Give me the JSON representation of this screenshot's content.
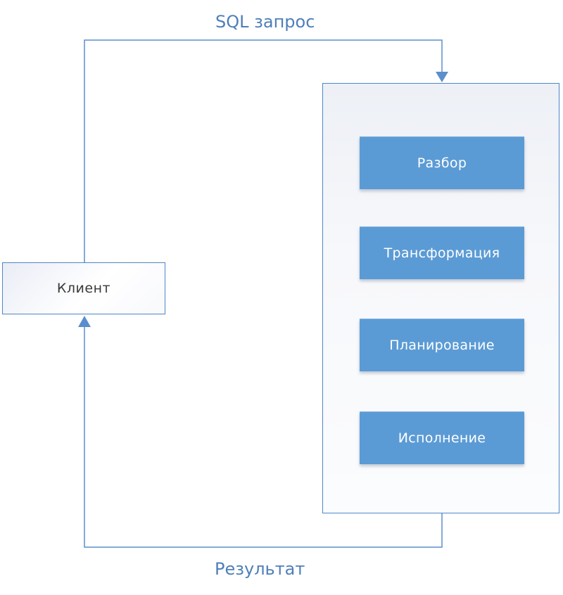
{
  "arrows": {
    "request_label": "SQL запрос",
    "response_label": "Результат"
  },
  "client": {
    "label": "Клиент"
  },
  "server": {
    "stages": [
      {
        "label": "Разбор"
      },
      {
        "label": "Трансформация"
      },
      {
        "label": "Планирование"
      },
      {
        "label": "Исполнение"
      }
    ]
  },
  "colors": {
    "connector": "#5b8fcb",
    "stage_fill": "#5b9bd5",
    "border": "#4f86c6",
    "label_text": "#4f7fb8"
  }
}
